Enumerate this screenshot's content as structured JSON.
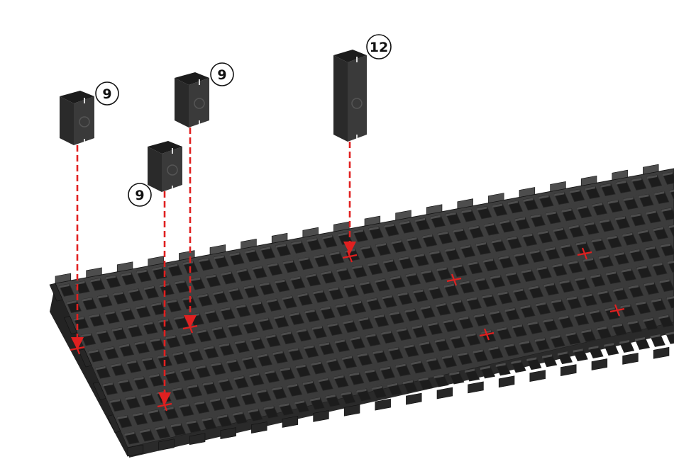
{
  "colors": {
    "background": "#ffffff",
    "cell_top": "#3e3e3e",
    "cell_left": "#272727",
    "cell_right": "#4d4d4d",
    "cell_inner": "#1c1c1c",
    "grid_line": "#111111",
    "connector_guide": "#e02020",
    "callout_stroke": "#111111",
    "callout_fill": "#ffffff"
  },
  "connectors": [
    {
      "id": "connector-a",
      "height_label": "9",
      "type": "short",
      "icon": "spiral-emblem-icon"
    },
    {
      "id": "connector-b",
      "height_label": "9",
      "type": "short",
      "icon": "spiral-emblem-icon"
    },
    {
      "id": "connector-c",
      "height_label": "9",
      "type": "short",
      "icon": "spiral-emblem-icon"
    },
    {
      "id": "connector-d",
      "height_label": "12",
      "type": "tall",
      "icon": "spiral-emblem-icon"
    }
  ],
  "target_markers": {
    "icon": "red-cross-marker-icon",
    "count_with_arrows": 4,
    "count_without_arrows": 4
  },
  "base_grid": {
    "description_icon": "modular-grid-tile-icon"
  }
}
